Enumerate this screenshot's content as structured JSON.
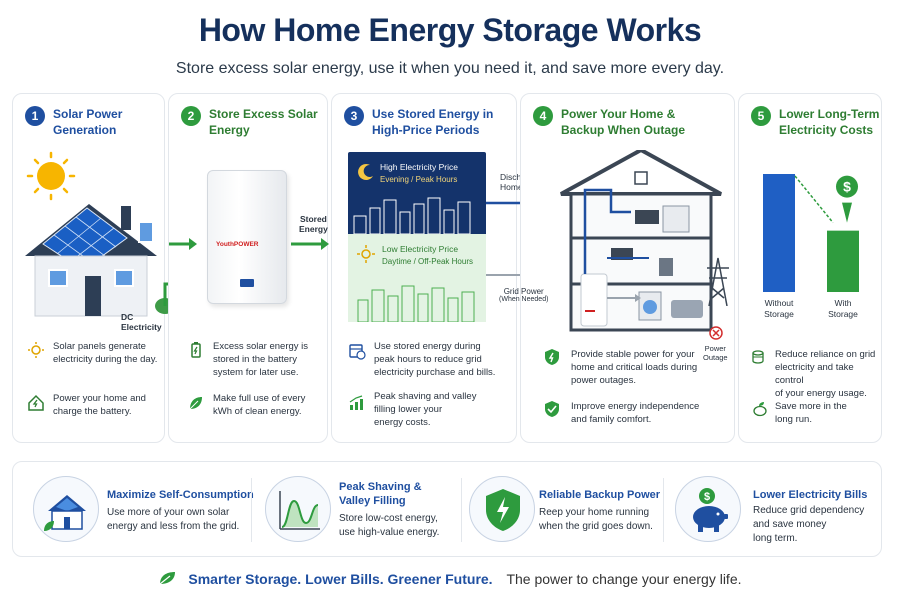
{
  "header": {
    "title": "How Home Energy Storage Works",
    "subtitle": "Store excess solar energy, use it when you need it, and save more every day."
  },
  "steps": [
    {
      "number": "1",
      "title_line1": "Solar Power",
      "title_line2": "Generation",
      "label_dc": "DC Electricity",
      "features": [
        {
          "line1": "Solar panels generate",
          "line2": "electricity during the day."
        },
        {
          "line1": "Power your home and",
          "line2": "charge the battery."
        }
      ]
    },
    {
      "number": "2",
      "title_line1": "Store Excess Solar",
      "title_line2": "Energy",
      "battery_brand": "YouthPOWER",
      "label_stored_line1": "Stored",
      "label_stored_line2": "Energy",
      "features": [
        {
          "line1": "Excess solar energy is",
          "line2": "stored in the battery",
          "line3": "system for later use."
        },
        {
          "line1": "Make full use of every",
          "line2": "kWh of clean energy."
        }
      ]
    },
    {
      "number": "3",
      "title_line1": "Use Stored Energy in",
      "title_line2": "High-Price Periods",
      "high_price": "High Electricity Price",
      "high_sub": "Evening / Peak Hours",
      "low_price": "Low Electricity Price",
      "low_sub": "Daytime / Off-Peak Hours",
      "features": [
        {
          "line1": "Use stored energy during",
          "line2": "peak hours to reduce grid",
          "line3": "electricity purchase and bills."
        },
        {
          "line1": "Peak shaving and valley",
          "line2": "filling lower your",
          "line3": "energy costs."
        }
      ]
    },
    {
      "number": "4",
      "title_line1": "Power Your Home &",
      "title_line2": "Backup When Outage",
      "discharge_line1": "Discharge to",
      "discharge_line2": "Home Loads",
      "grid_line1": "Grid Power",
      "grid_line2": "(When Needed)",
      "outage_line1": "Power",
      "outage_line2": "Outage",
      "features": [
        {
          "line1": "Provide stable power for your",
          "line2": "home and critical loads during",
          "line3": "power outages."
        },
        {
          "line1": "Improve energy independence",
          "line2": "and family comfort."
        }
      ]
    },
    {
      "number": "5",
      "title_line1": "Lower Long-Term",
      "title_line2": "Electricity Costs",
      "features": [
        {
          "line1": "Reduce reliance on grid",
          "line2": "electricity and take control",
          "line3": "of your energy usage."
        },
        {
          "line1": "Save more in the",
          "line2": "long run."
        }
      ]
    }
  ],
  "chart_data": {
    "type": "bar",
    "categories": [
      "Without Storage",
      "With Storage"
    ],
    "category_lines": [
      [
        "Without",
        "Storage"
      ],
      [
        "With",
        "Storage"
      ]
    ],
    "values": [
      100,
      52
    ],
    "colors": [
      "#1f5fc4",
      "#2e9b3e"
    ],
    "ylim": [
      0,
      100
    ]
  },
  "benefits": [
    {
      "title_line1": "Maximize Self-Consumption",
      "title_line2": "",
      "line1": "Use more of your own solar",
      "line2": "energy and less from the grid.",
      "line3": ""
    },
    {
      "title_line1": "Peak Shaving &",
      "title_line2": "Valley Filling",
      "line1": "Store low-cost energy,",
      "line2": "use high-value energy.",
      "line3": ""
    },
    {
      "title_line1": "Reliable Backup Power",
      "title_line2": "",
      "line1": "Reep your home running",
      "line2": "when the grid goes down.",
      "line3": ""
    },
    {
      "title_line1": "Lower Electricity Bills",
      "title_line2": "",
      "line1": "Reduce grid dependency",
      "line2": "and save money",
      "line3": "long term."
    }
  ],
  "footer": {
    "tagline": "Smarter Storage. Lower Bills. Greener Future.",
    "rest": "The power to change your energy life."
  },
  "colors": {
    "primary_blue": "#1f4fa0",
    "primary_green": "#2e9b3e",
    "title_navy": "#15305c"
  }
}
